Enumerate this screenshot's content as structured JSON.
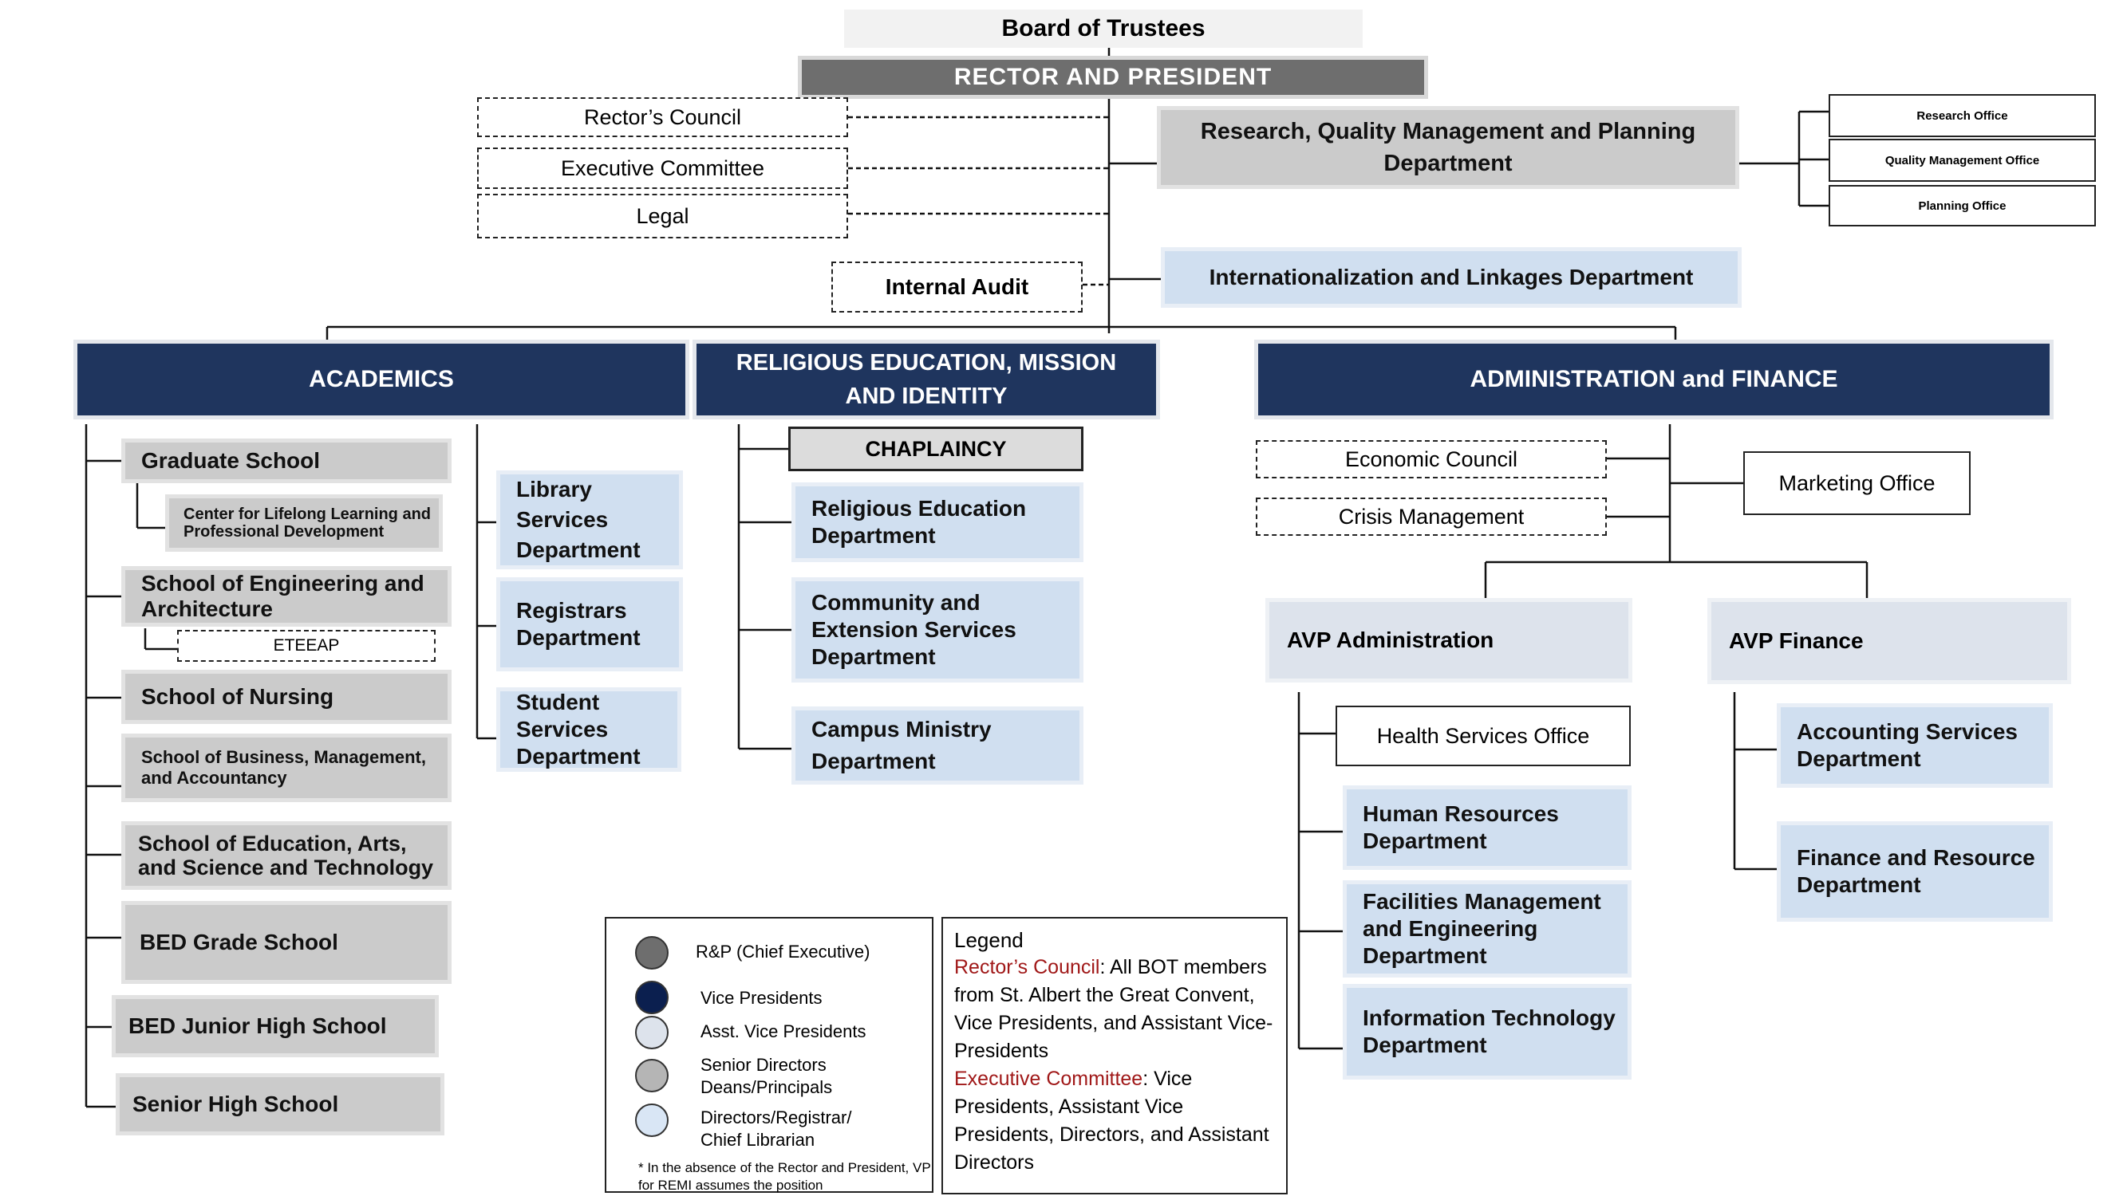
{
  "top": {
    "board": "Board of Trustees",
    "rector": "RECTOR AND PRESIDENT",
    "rectors_council": "Rector’s Council",
    "executive_committee": "Executive Committee",
    "legal": "Legal",
    "internal_audit": "Internal Audit",
    "rqmp": "Research, Quality Management and Planning Department",
    "rqmp_offices": [
      "Research Office",
      "Quality Management Office",
      "Planning Office"
    ],
    "ild": "Internationalization and Linkages Department"
  },
  "academics": {
    "title": "ACADEMICS",
    "schools": [
      "Graduate School",
      "Center for Lifelong Learning and Professional Development",
      "School of Engineering and Architecture",
      "ETEEAP",
      "School of Nursing",
      "School of Business, Management, and Accountancy",
      "School of Education, Arts, and Science and Technology",
      "BED Grade School",
      "BED Junior High School",
      "Senior High School"
    ],
    "support": [
      "Library Services Department",
      "Registrars Department",
      "Student Services Department"
    ]
  },
  "remi": {
    "title": "RELIGIOUS EDUCATION, MISSION AND IDENTITY",
    "chaplaincy": "CHAPLAINCY",
    "departments": [
      "Religious Education Department",
      "Community and Extension Services Department",
      "Campus Ministry Department"
    ]
  },
  "admin": {
    "title": "ADMINISTRATION and FINANCE",
    "economic_council": "Economic Council",
    "crisis_management": "Crisis Management",
    "marketing_office": "Marketing Office",
    "avp_admin": "AVP Administration",
    "avp_finance": "AVP Finance",
    "health_services": "Health Services Office",
    "admin_departments": [
      "Human Resources Department",
      "Facilities Management and Engineering Department",
      "Information Technology Department"
    ],
    "finance_departments": [
      "Accounting Services Department",
      "Finance and Resource Department"
    ]
  },
  "color_key": {
    "items": [
      {
        "label": "R&P (Chief Executive)",
        "color": "#6e6e6e"
      },
      {
        "label": "Vice Presidents",
        "color": "#0b1f4f"
      },
      {
        "label": "Asst. Vice Presidents",
        "color": "#dde3ec"
      },
      {
        "label": "Senior Directors Deans/Principals",
        "color": "#b5b5b5"
      },
      {
        "label": "Directors/Registrar/ Chief Librarian",
        "color": "#d9e6f5"
      }
    ],
    "footnote": "* In the absence of the Rector and President, VP for REMI assumes the position"
  },
  "legend": {
    "title": "Legend",
    "rc_term": "Rector’s Council",
    "rc_desc": ": All BOT members from St. Albert the Great Convent, Vice Presidents, and Assistant Vice-Presidents",
    "ec_term": "Executive Committee",
    "ec_desc": ": Vice Presidents, Assistant Vice Presidents, Directors, and Assistant Directors"
  }
}
